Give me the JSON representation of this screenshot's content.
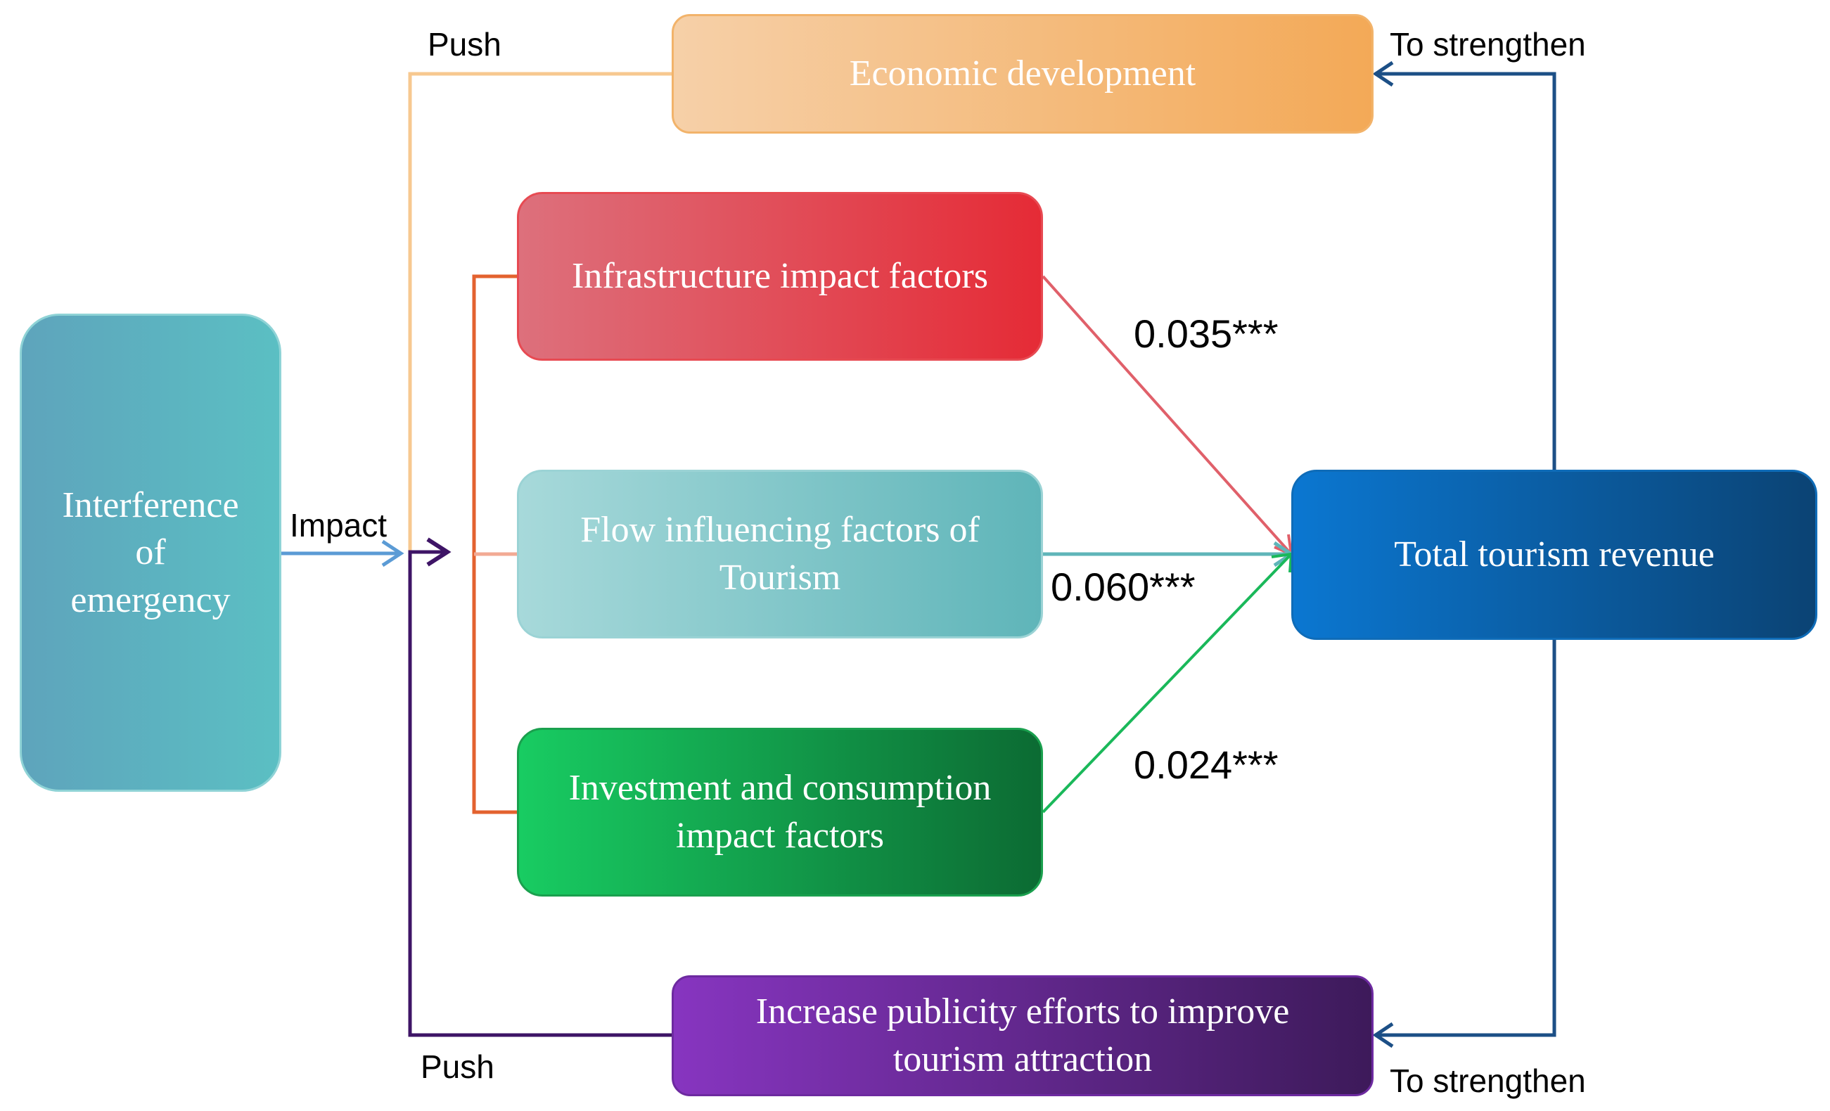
{
  "nodes": {
    "emergency": "Interference\nof\nemergency",
    "economic": "Economic development",
    "infrastructure": "Infrastructure impact factors",
    "flow": "Flow influencing factors of\nTourism",
    "investment": "Investment and consumption\nimpact factors",
    "revenue": "Total tourism revenue",
    "publicity": "Increase publicity efforts to improve\ntourism attraction"
  },
  "labels": {
    "push_top": "Push",
    "push_bottom": "Push",
    "impact": "Impact",
    "strengthen_top": "To strengthen",
    "strengthen_bottom": "To strengthen"
  },
  "coefficients": {
    "infrastructure": "0.035***",
    "flow": "0.060***",
    "investment": "0.024***"
  },
  "colors": {
    "push_economic": "#f7c890",
    "impact": "#5b9bd5",
    "push_publicity": "#3e1466",
    "bracket": "#e3622f",
    "bracket_middle": "#f2aa94",
    "arrow_infrastructure": "#e0606a",
    "arrow_flow": "#5fb5b9",
    "arrow_investment": "#1ab85a",
    "strengthen": "#1c4f86"
  }
}
